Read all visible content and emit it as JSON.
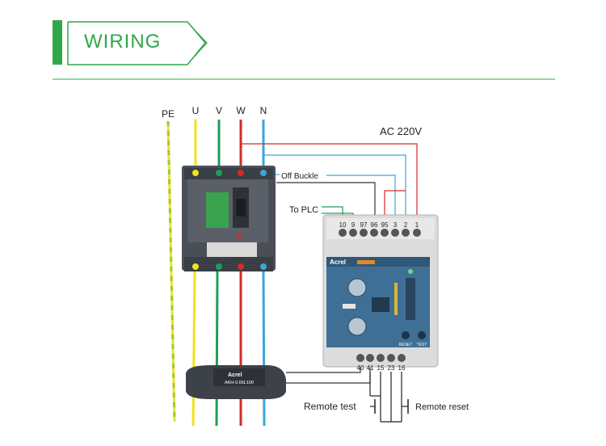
{
  "header": {
    "title": "WIRING"
  },
  "diagram": {
    "phase_labels": {
      "pe": "PE",
      "u": "U",
      "v": "V",
      "w": "W",
      "n": "N"
    },
    "supply_label": "AC 220V",
    "off_buckle_label": "Off Buckle",
    "to_plc_label": "To PLC",
    "relay_terminals_top": [
      "10",
      "9",
      "97",
      "96",
      "95",
      "3",
      "2",
      "1"
    ],
    "relay_terminals_bottom": [
      "40",
      "41",
      "15",
      "23",
      "16"
    ],
    "relay_brand": "Acrel",
    "relay_button_labels": {
      "reset": "RESET",
      "test": "TEST"
    },
    "ct_brand": "Acrel",
    "ct_model": "AKH-0.66L100",
    "remote_test_label": "Remote test",
    "remote_reset_label": "Remote reset"
  },
  "colors": {
    "accent": "#2ea84a",
    "pe": "#9ec93c",
    "u": "#f2e21c",
    "v": "#1f9e57",
    "w": "#d42a2a",
    "n": "#3aa6d8",
    "wire_dark": "#333333"
  }
}
